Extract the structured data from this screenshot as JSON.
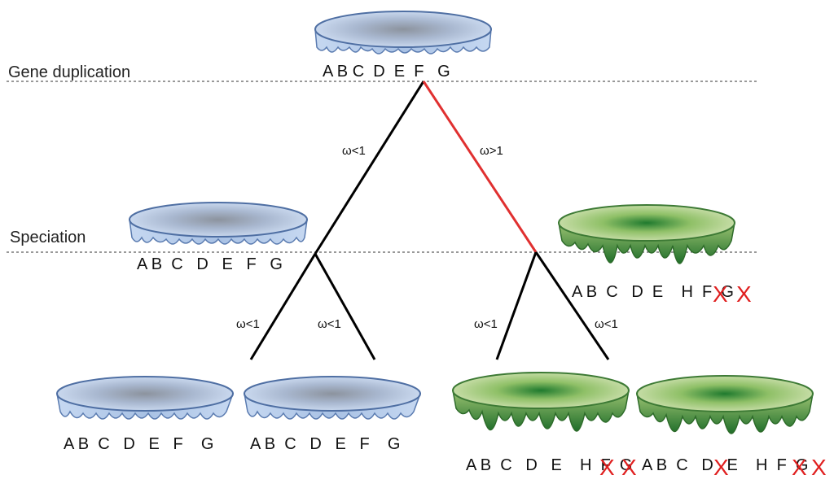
{
  "labels": {
    "gene_duplication": "Gene duplication",
    "speciation": "Speciation"
  },
  "branches": {
    "left": "ω<1",
    "right": "ω>1",
    "ll": "ω<1",
    "lr": "ω<1",
    "rl": "ω<1",
    "rr": "ω<1"
  },
  "proteins": {
    "top": "A B C  D  E  F   G",
    "mid_left": "A B  C   D   E   F   G",
    "mid_right": "A B  C   D  E    H  F  G",
    "leaf1": "A B  C   D   E   F    G",
    "leaf2": "A B  C   D   E   F    G",
    "leaf3": "A B  C   D   E    H  F  G",
    "leaf4": "A B  C   D   E    H  F  G"
  },
  "loss_marker": "X",
  "colors": {
    "blue_dish": "#9fb8dc",
    "green_dish": "#a4c676",
    "positive_selection_branch": "#e03030",
    "neutral_branch": "#000000",
    "loss_mark": "#e02020"
  },
  "icons": {
    "blue_dish": "ancestral-protein-icon",
    "green_dish": "diverged-protein-icon",
    "loss": "loss-cross-icon"
  }
}
